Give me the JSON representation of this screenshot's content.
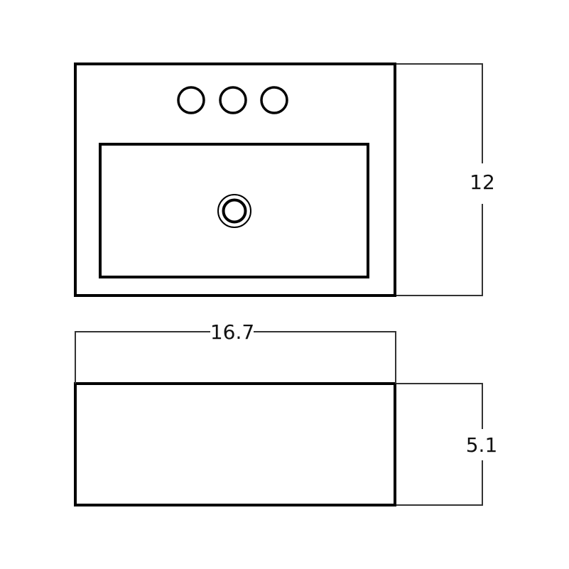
{
  "diagram": {
    "type": "technical-drawing",
    "subject": "rectangular vessel sink with 3 faucet holes",
    "stroke_color": "#000000",
    "dimension_line_color": "#333333",
    "background": "#ffffff"
  },
  "top_view": {
    "faucet_holes": 3,
    "has_drain": true,
    "dimensions": {
      "depth_label": "12"
    }
  },
  "side_view": {
    "dimensions": {
      "width_label": "16.7",
      "height_label": "5.1"
    }
  }
}
